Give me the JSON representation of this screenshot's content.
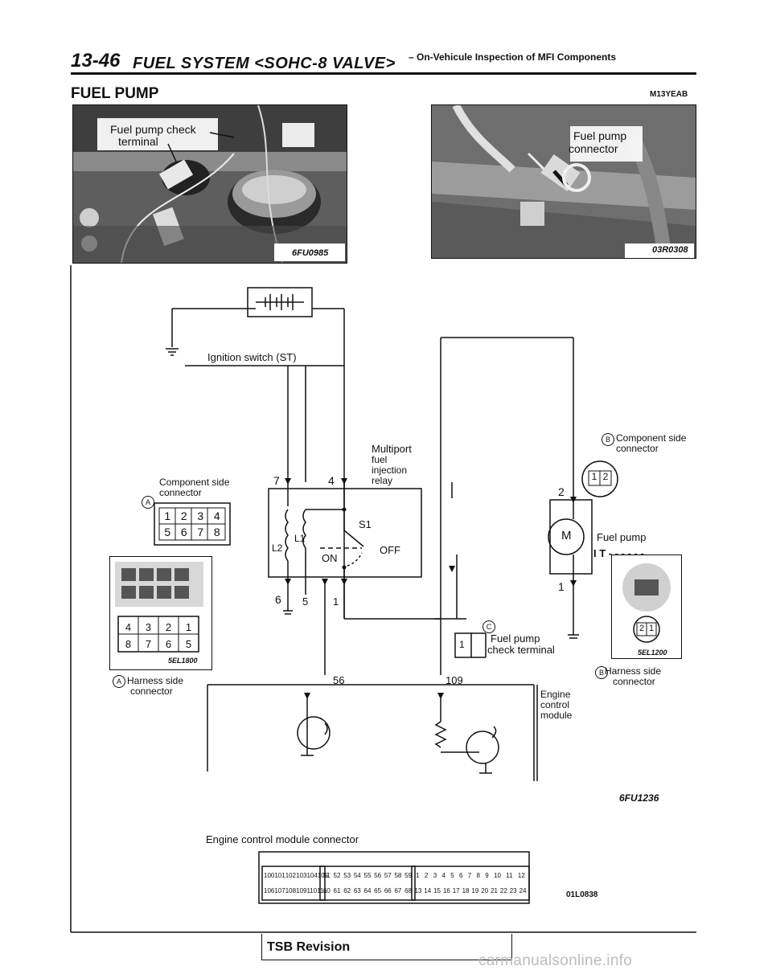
{
  "header": {
    "page_number": "13-46",
    "system": "FUEL SYSTEM <SOHC-8 VALVE>",
    "subtitle": "– On-Vehicule Inspection of MFI Components"
  },
  "section": {
    "title": "FUEL PUMP",
    "code": "M13YEAB"
  },
  "photo_left": {
    "label_1": "Fuel pump check",
    "label_2": "terminal",
    "fig_id": "6FU0985"
  },
  "photo_right": {
    "label_1": "Fuel pump",
    "label_2": "connector",
    "fig_id": "03R0308"
  },
  "diagram": {
    "ignition_switch": "Ignition switch (ST)",
    "relay_label": [
      "Multiport",
      "fuel",
      "injection",
      "relay"
    ],
    "connector_a_comp": [
      "Component side",
      "connector"
    ],
    "connector_a_harness": [
      "Harness side",
      "connector"
    ],
    "connector_b_comp": [
      "Component side",
      "connector"
    ],
    "connector_b_harness": [
      "Harness side",
      "connector"
    ],
    "fuel_pump": "Fuel pump",
    "check_terminal": [
      "Fuel pump",
      "check terminal"
    ],
    "ecm": [
      "Engine",
      "control",
      "module"
    ],
    "ecm_connector": "Engine control module connector",
    "conn_a_comp_pins_top": [
      "1",
      "2",
      "3",
      "4"
    ],
    "conn_a_comp_pins_bottom": [
      "5",
      "6",
      "7",
      "8"
    ],
    "conn_a_harn_pins_top": [
      "4",
      "3",
      "2",
      "1"
    ],
    "conn_a_harn_pins_bottom": [
      "8",
      "7",
      "6",
      "5"
    ],
    "conn_b_comp_pins": [
      "1",
      "2"
    ],
    "conn_b_harn_pins": [
      "2",
      "1"
    ],
    "fig_5el1800": "5EL1800",
    "fig_5el1200": "5EL1200",
    "fig_6fu1236": "6FU1236",
    "fig_01l0838": "01L0838",
    "pins": {
      "p7": "7",
      "p4": "4",
      "p6": "6",
      "p5": "5",
      "p1": "1",
      "p2": "2",
      "p1b": "1",
      "p56": "56",
      "p109": "109",
      "s1": "S1",
      "on": "ON",
      "off": "OFF",
      "l1": "L1",
      "l2": "L2",
      "m": "M",
      "chk": "1"
    },
    "marks": {
      "a": "A",
      "b": "B",
      "c": "C"
    },
    "pump_dash": "I T - - - - - -",
    "ecm_pins": {
      "g1_top": [
        "100",
        "101",
        "102",
        "103",
        "104",
        "105"
      ],
      "g1_bot": [
        "106",
        "107",
        "108",
        "109",
        "110",
        "111"
      ],
      "g2_top": [
        "51",
        "52",
        "53",
        "54",
        "55",
        "56",
        "57",
        "58",
        "59"
      ],
      "g2_bot": [
        "60",
        "61",
        "62",
        "63",
        "64",
        "65",
        "66",
        "67",
        "68"
      ],
      "g3_top": [
        "1",
        "2",
        "3",
        "4",
        "5",
        "6",
        "7",
        "8",
        "9",
        "10",
        "11",
        "12"
      ],
      "g3_bot": [
        "13",
        "14",
        "15",
        "16",
        "17",
        "18",
        "19",
        "20",
        "21",
        "22",
        "23",
        "24"
      ]
    }
  },
  "footer": {
    "tsb": "TSB  Revision",
    "watermark": "carmanualsonline.info"
  }
}
